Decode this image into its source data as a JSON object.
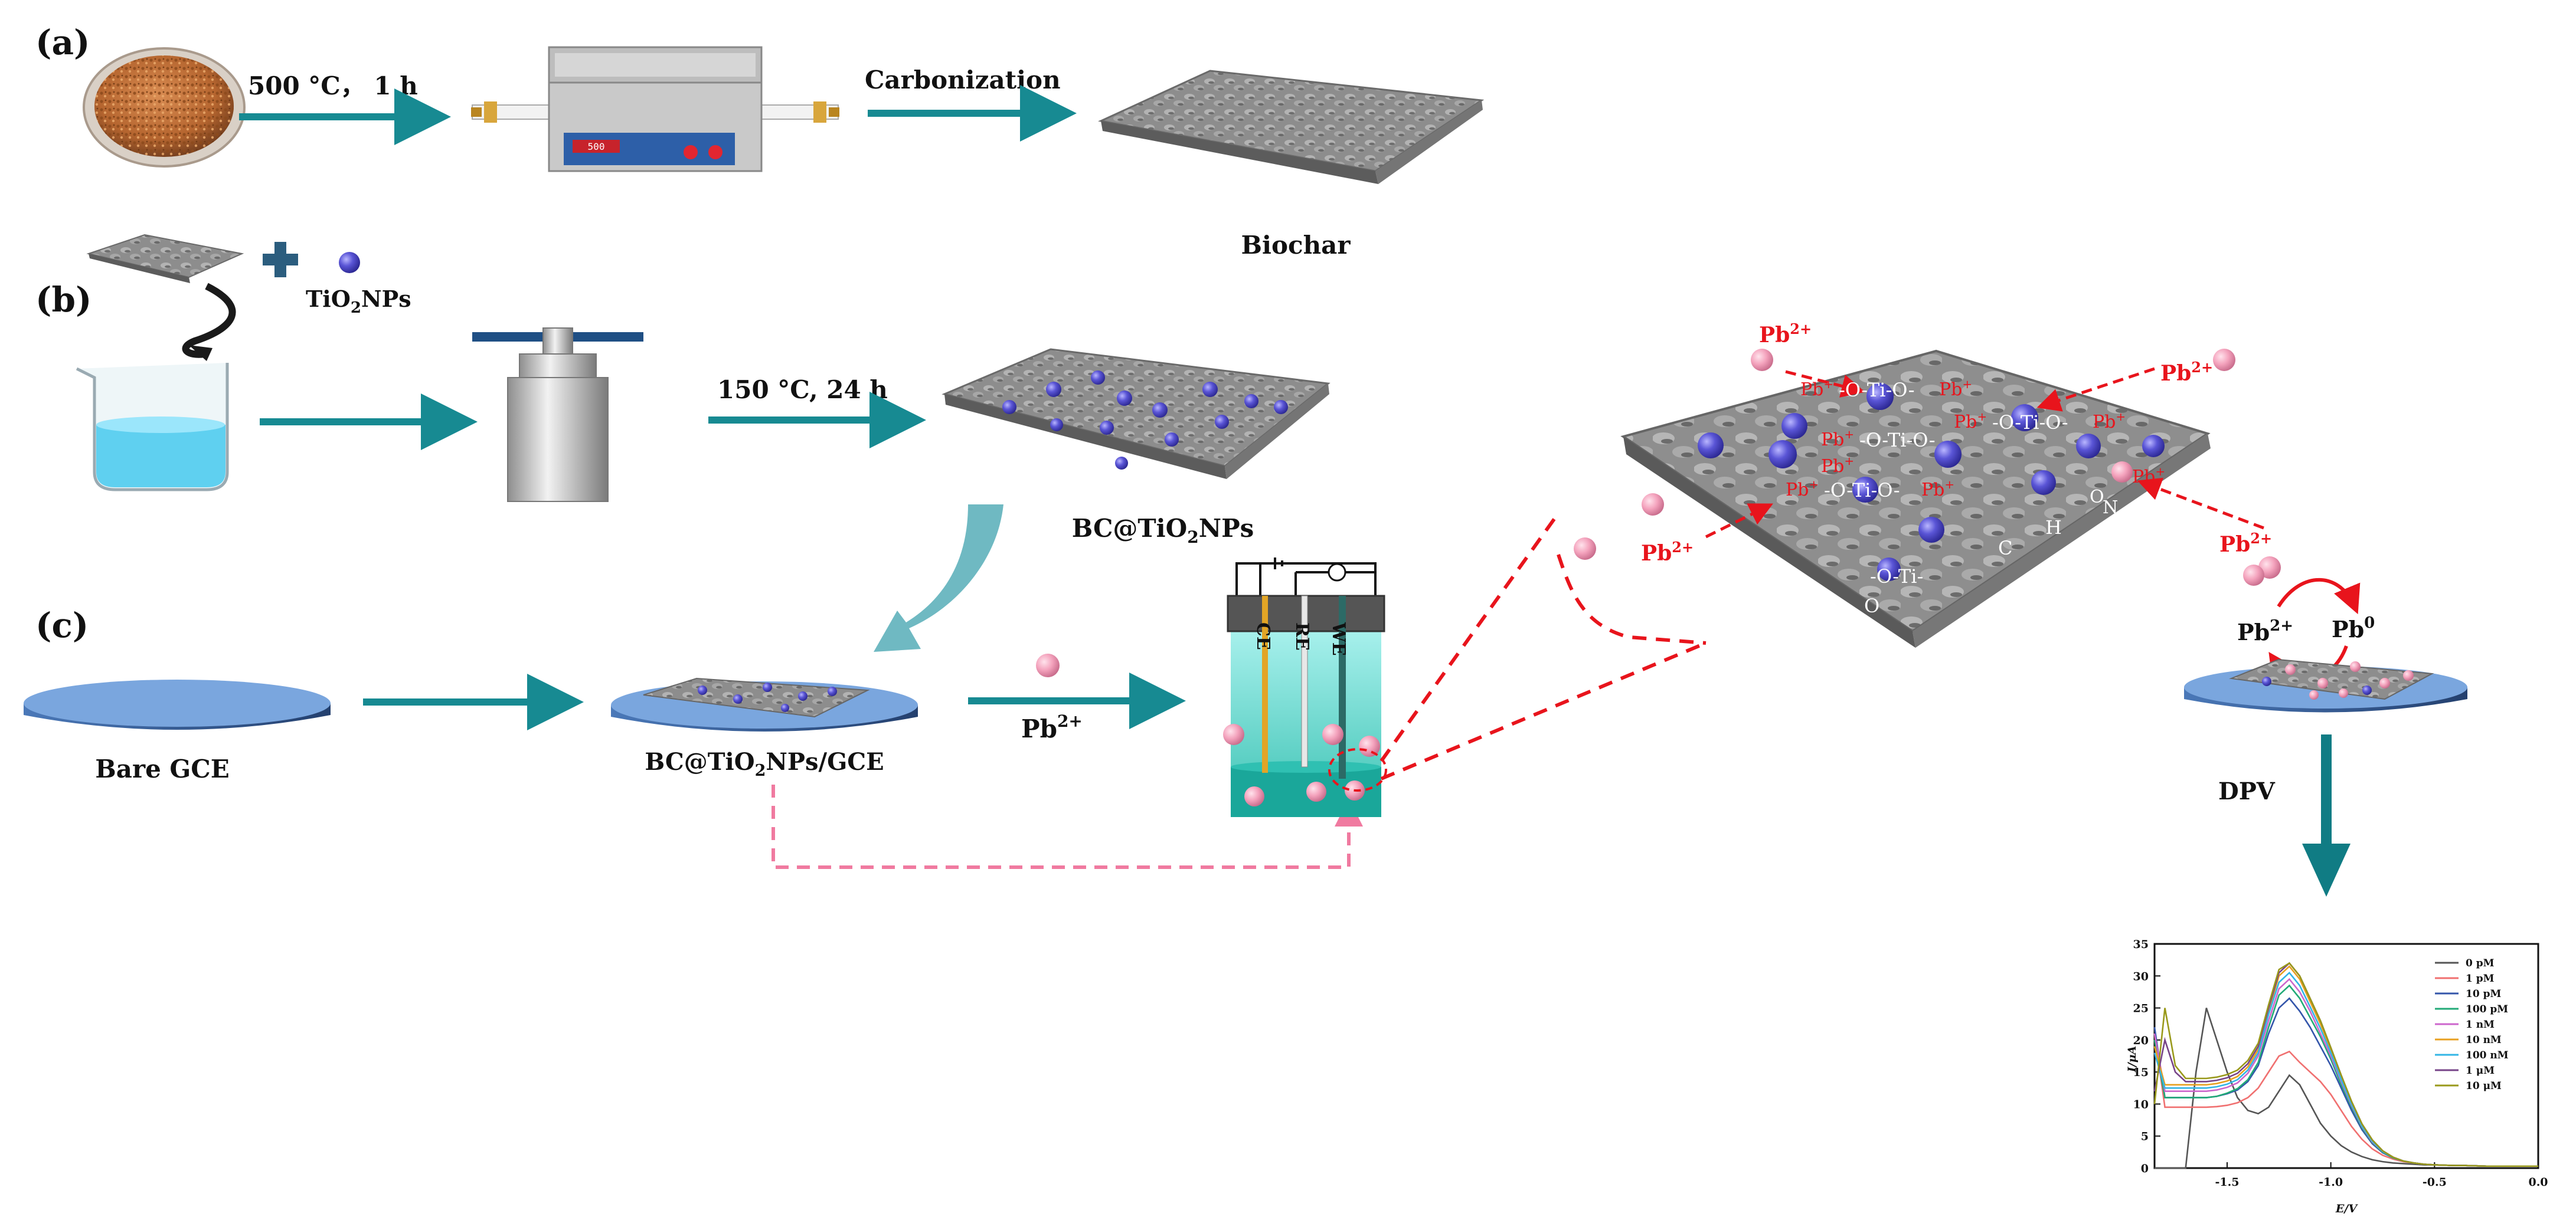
{
  "panels": {
    "a": "(a)",
    "b": "(b)",
    "c": "(c)"
  },
  "panel_a": {
    "step1": "500 °C， 1 h",
    "step2": "Carbonization",
    "product": "Biochar",
    "furnace_display": "500"
  },
  "panel_b": {
    "plus_item": "TiO",
    "plus_sub": "2",
    "plus_tail": "NPs",
    "step": "150 °C, 24 h",
    "product": "BC@TiO",
    "product_sub": "2",
    "product_tail": "NPs"
  },
  "panel_c": {
    "bare": "Bare GCE",
    "modified": "BC@TiO",
    "modified_sub": "2",
    "modified_tail": "NPs/GCE",
    "ion": "Pb",
    "ion_sup": "2+",
    "electrodes": [
      "CE",
      "RE",
      "WE"
    ],
    "dpv": "DPV",
    "redox_left": "Pb",
    "redox_left_sup": "2+",
    "redox_right": "Pb",
    "redox_right_sup": "0"
  },
  "zoom": {
    "ions": [
      "Pb",
      "Pb",
      "Pb",
      "Pb"
    ],
    "ion_sup": "2+",
    "chain": [
      "-O-Ti-O-",
      "-O-Ti-O-",
      "-O-Ti-O-",
      "-O-Ti-O-"
    ],
    "bound": "Pb",
    "bound_sup": "+",
    "atoms": [
      "C",
      "H",
      "O",
      "N",
      "-O-Ti-",
      "O"
    ]
  },
  "chart_data": {
    "type": "line",
    "xlabel": "E/V",
    "ylabel": "I/μA",
    "xlim": [
      -1.85,
      0.0
    ],
    "ylim": [
      0,
      35
    ],
    "xticks": [
      "-1.5",
      "-1.0",
      "-0.5",
      "0.0"
    ],
    "xtick_values": [
      -1.5,
      -1.0,
      -0.5,
      0.0
    ],
    "yticks": [
      "0",
      "5",
      "10",
      "15",
      "20",
      "25",
      "30",
      "35"
    ],
    "ytick_values": [
      0,
      5,
      10,
      15,
      20,
      25,
      30,
      35
    ],
    "grid": false,
    "legend_position": "top-right",
    "x": [
      -1.85,
      -1.8,
      -1.75,
      -1.7,
      -1.65,
      -1.6,
      -1.55,
      -1.5,
      -1.45,
      -1.4,
      -1.35,
      -1.3,
      -1.25,
      -1.2,
      -1.15,
      -1.1,
      -1.05,
      -1.0,
      -0.95,
      -0.9,
      -0.85,
      -0.8,
      -0.75,
      -0.7,
      -0.65,
      -0.6,
      -0.55,
      -0.5,
      -0.45,
      -0.4,
      -0.35,
      -0.3,
      -0.25,
      -0.2,
      -0.15,
      -0.1,
      -0.05,
      0.0
    ],
    "series": [
      {
        "name": "0 pM",
        "color": "#555555",
        "values": [
          0,
          0,
          0,
          0,
          15,
          25,
          20,
          15,
          11,
          9,
          8.5,
          9.5,
          12,
          14.5,
          13,
          10,
          7,
          5,
          3.5,
          2.5,
          1.8,
          1.3,
          1,
          0.8,
          0.7,
          0.6,
          0.5,
          0.5,
          0.45,
          0.4,
          0.4,
          0.35,
          0.3,
          0.3,
          0.3,
          0.3,
          0.3,
          0.3
        ]
      },
      {
        "name": "1 pM",
        "color": "#f07070",
        "values": [
          21,
          9.5,
          9.5,
          9.5,
          9.5,
          9.5,
          9.6,
          9.8,
          10.2,
          11,
          12.5,
          15,
          17.5,
          18.2,
          16.5,
          15,
          13.5,
          11.5,
          9,
          6.5,
          4.5,
          3,
          2,
          1.4,
          1,
          0.8,
          0.6,
          0.5,
          0.45,
          0.4,
          0.4,
          0.35,
          0.3,
          0.3,
          0.3,
          0.3,
          0.3,
          0.3
        ]
      },
      {
        "name": "10 pM",
        "color": "#3355aa",
        "values": [
          22,
          11,
          11,
          11,
          11,
          11,
          11.2,
          11.6,
          12.2,
          13.5,
          16,
          21,
          25,
          26.5,
          24.5,
          22,
          19,
          16,
          12.5,
          9,
          6,
          3.8,
          2.4,
          1.6,
          1.1,
          0.8,
          0.6,
          0.5,
          0.45,
          0.4,
          0.4,
          0.35,
          0.3,
          0.3,
          0.3,
          0.3,
          0.3,
          0.3
        ]
      },
      {
        "name": "100 pM",
        "color": "#22aa77",
        "values": [
          20,
          11,
          11,
          11,
          11,
          11,
          11.2,
          11.7,
          12.4,
          13.8,
          16.5,
          22,
          27,
          28.5,
          26.5,
          23.5,
          20.5,
          17,
          13,
          9.5,
          6.3,
          4,
          2.5,
          1.6,
          1.1,
          0.8,
          0.6,
          0.5,
          0.45,
          0.4,
          0.4,
          0.35,
          0.3,
          0.3,
          0.3,
          0.3,
          0.3,
          0.3
        ]
      },
      {
        "name": "1 nM",
        "color": "#cc66cc",
        "values": [
          21,
          12,
          12,
          12,
          12,
          12,
          12.2,
          12.6,
          13.3,
          14.8,
          17.5,
          23,
          28,
          29.5,
          27.5,
          24.5,
          21,
          17.5,
          13.5,
          9.8,
          6.5,
          4.1,
          2.6,
          1.7,
          1.1,
          0.8,
          0.6,
          0.5,
          0.45,
          0.4,
          0.4,
          0.35,
          0.3,
          0.3,
          0.3,
          0.3,
          0.3,
          0.3
        ]
      },
      {
        "name": "10 nM",
        "color": "#e8a020",
        "values": [
          19,
          13,
          13,
          13,
          13,
          13,
          13.2,
          13.6,
          14.3,
          15.8,
          18.5,
          24.5,
          30,
          31.5,
          29.5,
          26,
          22.5,
          18.5,
          14.2,
          10.2,
          6.8,
          4.3,
          2.7,
          1.7,
          1.1,
          0.8,
          0.6,
          0.5,
          0.45,
          0.4,
          0.4,
          0.35,
          0.3,
          0.3,
          0.3,
          0.3,
          0.3,
          0.3
        ]
      },
      {
        "name": "100 nM",
        "color": "#33b5e5",
        "values": [
          18,
          12.5,
          12.5,
          12.5,
          12.5,
          12.5,
          12.7,
          13.1,
          13.8,
          15.3,
          18,
          24,
          29,
          30.5,
          28.5,
          25.2,
          21.8,
          18,
          13.8,
          10,
          6.6,
          4.2,
          2.6,
          1.7,
          1.1,
          0.8,
          0.6,
          0.5,
          0.45,
          0.4,
          0.4,
          0.35,
          0.3,
          0.3,
          0.3,
          0.3,
          0.3,
          0.3
        ]
      },
      {
        "name": "1 μM",
        "color": "#774488",
        "values": [
          12,
          20,
          15,
          13.5,
          13.5,
          13.5,
          13.7,
          14.1,
          14.8,
          16.3,
          19,
          25,
          30.5,
          32,
          30,
          26.5,
          23,
          18.8,
          14.5,
          10.4,
          6.9,
          4.4,
          2.7,
          1.7,
          1.1,
          0.8,
          0.6,
          0.5,
          0.45,
          0.4,
          0.4,
          0.35,
          0.3,
          0.3,
          0.3,
          0.3,
          0.3,
          0.3
        ]
      },
      {
        "name": "10 μM",
        "color": "#99991a",
        "values": [
          10,
          25,
          16,
          14,
          14,
          14,
          14.2,
          14.6,
          15.3,
          16.8,
          19.5,
          25.5,
          31,
          32,
          30,
          26.5,
          23,
          18.8,
          14.5,
          10.4,
          6.9,
          4.4,
          2.7,
          1.7,
          1.1,
          0.8,
          0.6,
          0.5,
          0.45,
          0.4,
          0.4,
          0.35,
          0.3,
          0.3,
          0.3,
          0.3,
          0.3,
          0.3
        ]
      }
    ]
  }
}
